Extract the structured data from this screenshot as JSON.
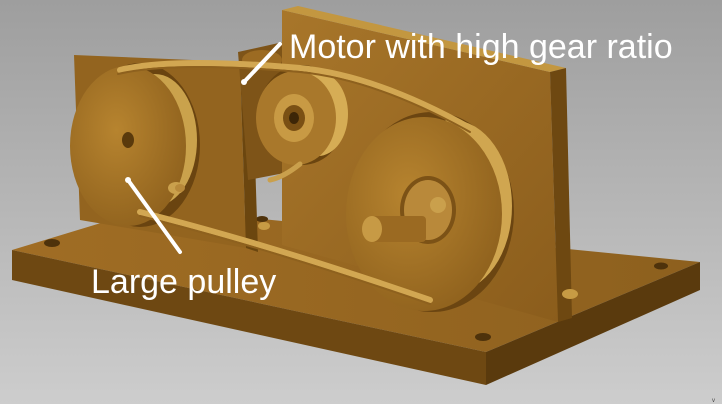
{
  "annotations": {
    "motor": "Motor with high gear ratio",
    "large_pulley": "Large pulley"
  },
  "corner_mark": "v",
  "colors": {
    "background_top": "#a0a0a0",
    "background_bottom": "#c8c8c8",
    "brass_body": "#8c5f1c",
    "brass_face": "#a9772a",
    "brass_highlight": "#caa04c",
    "brass_shadow": "#5d3b0e",
    "callout": "#ffffff"
  }
}
